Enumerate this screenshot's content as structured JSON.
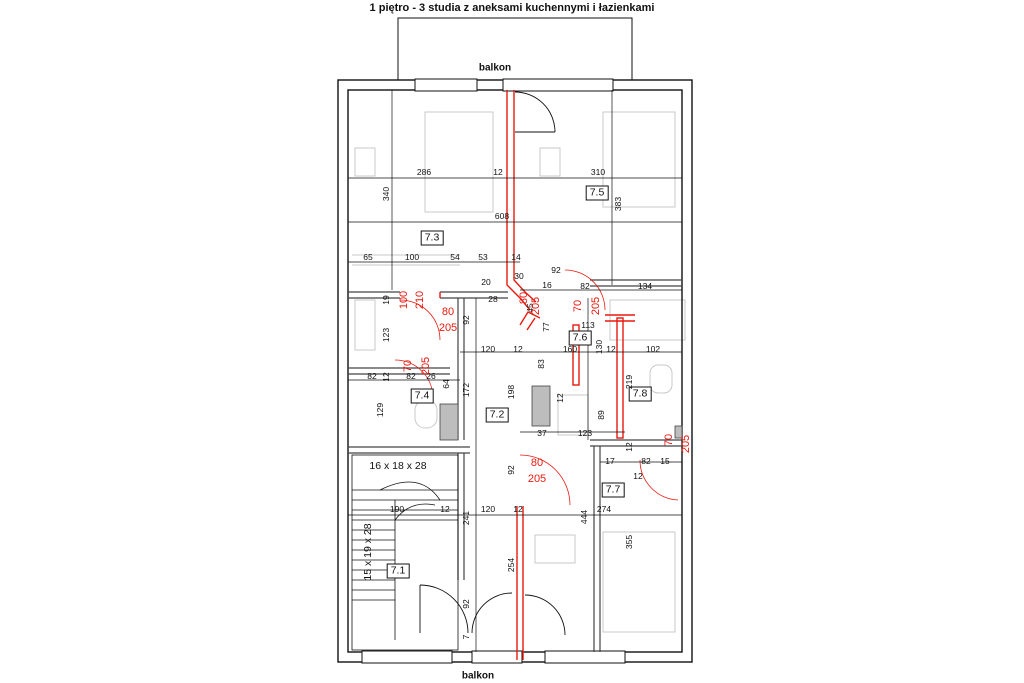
{
  "title": "1 piętro - 3 studia z aneksami kuchennymi i łazienkami",
  "balcony_top": "balkon",
  "balcony_bottom": "balkon",
  "rooms": {
    "r71": "7.1",
    "r72": "7.2",
    "r73": "7.3",
    "r74": "7.4",
    "r75": "7.5",
    "r76": "7.6",
    "r77": "7.7",
    "r78": "7.8"
  },
  "dims": {
    "d286": "286",
    "d12a": "12",
    "d310": "310",
    "d340": "340",
    "d383": "383",
    "d608": "608",
    "d65": "65",
    "d100a": "100",
    "d54": "54",
    "d53": "53",
    "d14": "14",
    "d20": "20",
    "d30": "30",
    "d92a": "92",
    "d16": "16",
    "d82a": "82",
    "d134": "134",
    "d28": "28",
    "d19": "19",
    "d45": "45",
    "d77": "77",
    "d113": "113",
    "d123a": "123",
    "d120a": "120",
    "d12b": "12",
    "d83": "83",
    "d160": "160",
    "d130": "130",
    "d12c": "12",
    "d102": "102",
    "d82b": "82",
    "d82c": "82",
    "d26": "26",
    "d64": "64",
    "d12d": "12",
    "d198": "198",
    "d172": "172",
    "d219": "219",
    "d129": "129",
    "d12e": "12",
    "d89": "89",
    "d37": "37",
    "d123b": "123",
    "d12f": "12",
    "d17": "17",
    "d82d": "82",
    "d15": "15",
    "d12g": "12",
    "d92b": "92",
    "d190": "190",
    "d241": "241",
    "d120b": "120",
    "d12h": "12",
    "d444": "444",
    "d274": "274",
    "d355": "355",
    "d254": "254",
    "d92c": "92",
    "d7": "7",
    "d92d": "92"
  },
  "door_labels": {
    "a_w": "100",
    "a_h": "210",
    "b_w": "80",
    "b_h": "205",
    "c_w": "70",
    "c_h": "205",
    "d_w": "80",
    "d_h": "205",
    "e_w": "70",
    "e_h": "205",
    "f_w": "80",
    "f_h": "205",
    "g_w": "70",
    "g_h": "205"
  },
  "stairs": {
    "upper": "16 x 18 x 28",
    "lower": "15 x 19 x 28"
  }
}
